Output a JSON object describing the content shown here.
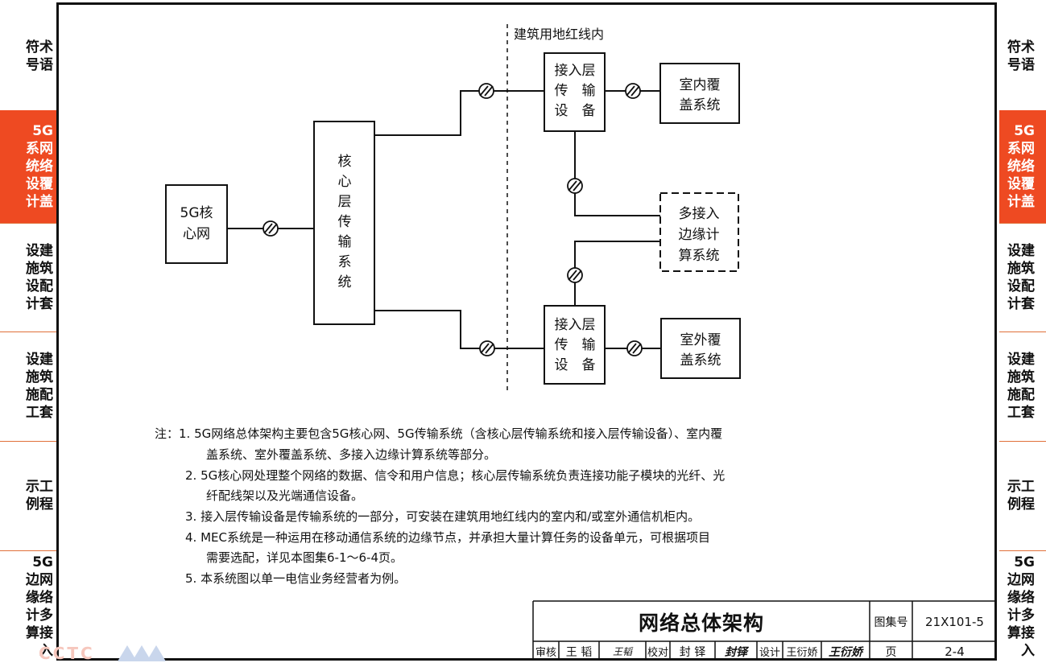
{
  "left_tabs": [
    {
      "lines": [
        "符术",
        "号语"
      ],
      "active": false
    },
    {
      "lines": [
        "5G",
        "系网",
        "统络",
        "设覆",
        "计盖"
      ],
      "active": true
    },
    {
      "lines": [
        "设建",
        "施筑",
        "设配",
        "计套"
      ],
      "active": false
    },
    {
      "lines": [
        "设建",
        "施筑",
        "施配",
        "工套"
      ],
      "active": false
    },
    {
      "lines": [
        "示工",
        "例程"
      ],
      "active": false
    },
    {
      "lines": [
        "5G",
        "边网",
        "缘络",
        "计多",
        "算接",
        "入"
      ],
      "active": false
    }
  ],
  "right_tabs": [
    {
      "lines": [
        "符术",
        "号语"
      ],
      "active": false
    },
    {
      "lines": [
        "5G",
        "系网",
        "统络",
        "设覆",
        "计盖"
      ],
      "active": true
    },
    {
      "lines": [
        "设建",
        "施筑",
        "设配",
        "计套"
      ],
      "active": false
    },
    {
      "lines": [
        "设建",
        "施筑",
        "施配",
        "工套"
      ],
      "active": false
    },
    {
      "lines": [
        "示工",
        "例程"
      ],
      "active": false
    },
    {
      "lines": [
        "5G",
        "边网",
        "缘络",
        "计多",
        "算接",
        "入"
      ],
      "active": false
    }
  ],
  "diagram": {
    "boundary_label": "建筑用地红线内",
    "core_network": [
      "5G核",
      "心网"
    ],
    "core_transport": [
      "核",
      "心",
      "层",
      "传",
      "输",
      "系",
      "统"
    ],
    "access_top": [
      "接入层",
      "传　输",
      "设　备"
    ],
    "access_bottom": [
      "接入层",
      "传　输",
      "设　备"
    ],
    "indoor": [
      "室内覆",
      "盖系统"
    ],
    "outdoor": [
      "室外覆",
      "盖系统"
    ],
    "mec": [
      "多接入",
      "边缘计",
      "算系统"
    ]
  },
  "notes": [
    "注：1. 5G网络总体架构主要包含5G核心网、5G传输系统（含核心层传输系统和接入层传输设备）、室内覆",
    "盖系统、室外覆盖系统、多接入边缘计算系统等部分。",
    "2. 5G核心网处理整个网络的数据、信令和用户信息；核心层传输系统负责连接功能子模块的光纤、光",
    "纤配线架以及光端通信设备。",
    "3. 接入层传输设备是传输系统的一部分，可安装在建筑用地红线内的室内和/或室外通信机柜内。",
    "4. MEC系统是一种运用在移动通信系统的边缘节点，并承担大量计算任务的设备单元，可根据项目",
    "需要选配，详见本图集6-1～6-4页。",
    "5. 本系统图以单一电信业务经营者为例。"
  ],
  "title_block": {
    "title": "网络总体架构",
    "atlas_label": "图集号",
    "atlas_no": "21X101-5",
    "review_label": "审核",
    "reviewer": "王 韬",
    "review_sig": "王韬",
    "check_label": "校对",
    "checker": "封 铎",
    "check_sig": "封铎",
    "design_label": "设计",
    "designer": "王衍娇",
    "design_sig": "王衍娇",
    "page_label": "页",
    "page_no": "2-4"
  },
  "watermark": "CCTC"
}
